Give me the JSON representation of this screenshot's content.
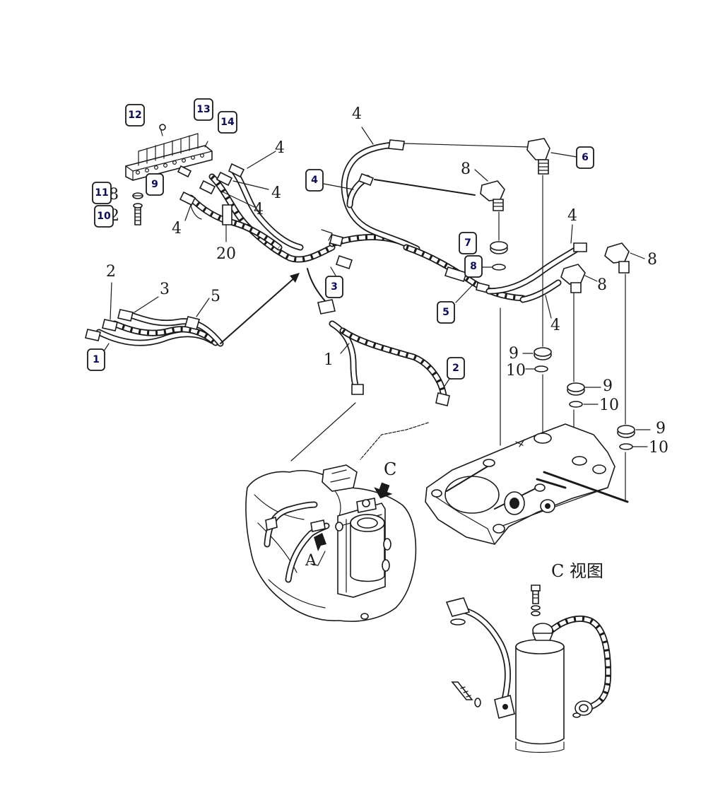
{
  "callouts": {
    "c1": "1",
    "c2": "2",
    "c3": "3",
    "c4a": "4",
    "c5": "5",
    "c6": "6",
    "c7": "7",
    "c8": "8",
    "c9": "9",
    "c10": "10",
    "c11": "11",
    "c12": "12",
    "c13": "13",
    "c14": "14"
  },
  "labels": {
    "l4_top": "4",
    "l4_a": "4",
    "l4_b": "4",
    "l4_c": "4",
    "l4_d": "4",
    "l4_e": "4",
    "l4_f": "4",
    "l20": "20",
    "l2": "2",
    "l3": "3",
    "l5": "5",
    "l1": "1",
    "l8_a": "8",
    "l8_b": "8",
    "l8_c": "8",
    "l9_a": "9",
    "l9_b": "9",
    "l9_c": "9",
    "l10_a": "10",
    "l10_b": "10",
    "l10_c": "10",
    "l_c": "C",
    "l_view": "C 视图",
    "l_arrow_a": "A",
    "l_partial_8": "8",
    "l_partial_12": "2"
  }
}
